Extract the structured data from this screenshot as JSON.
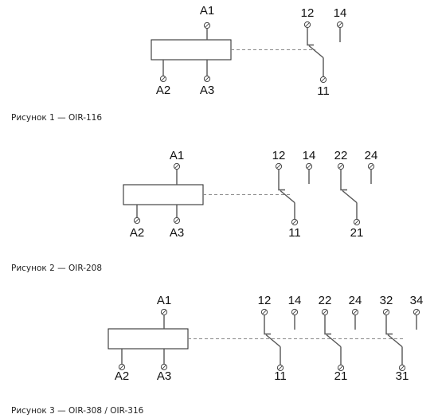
{
  "figures": [
    {
      "coil_labels": {
        "a1": "A1",
        "a2": "A2",
        "a3": "A3"
      },
      "contacts": [
        {
          "nc": "12",
          "no": "14",
          "common": "11"
        }
      ],
      "caption": "Рисунок 1 — OIR-116"
    },
    {
      "coil_labels": {
        "a1": "A1",
        "a2": "A2",
        "a3": "A3"
      },
      "contacts": [
        {
          "nc": "12",
          "no": "14",
          "common": "11"
        },
        {
          "nc": "22",
          "no": "24",
          "common": "21"
        }
      ],
      "caption": "Рисунок 2 — OIR-208"
    },
    {
      "coil_labels": {
        "a1": "A1",
        "a2": "A2",
        "a3": "A3"
      },
      "contacts": [
        {
          "nc": "12",
          "no": "14",
          "common": "11"
        },
        {
          "nc": "22",
          "no": "24",
          "common": "21"
        },
        {
          "nc": "32",
          "no": "34",
          "common": "31"
        }
      ],
      "caption": "Рисунок 3 — OIR-308 / OIR-316"
    }
  ]
}
